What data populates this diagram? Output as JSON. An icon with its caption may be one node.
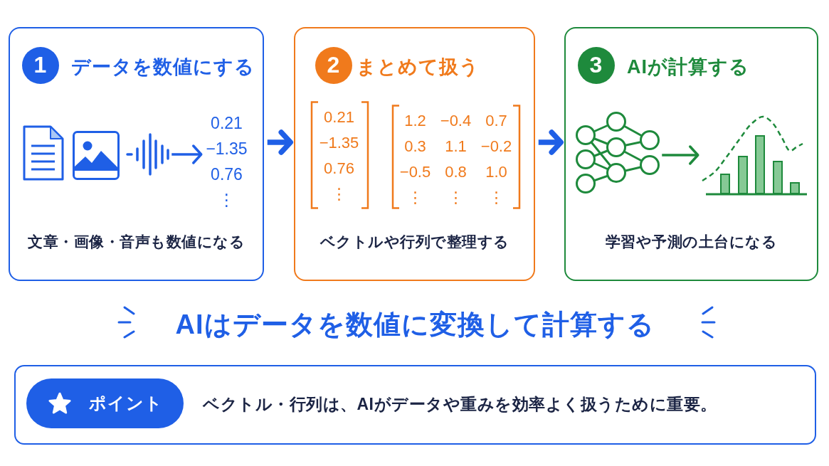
{
  "diagram": {
    "nodes": [
      {
        "text": [
          "データを数値にする",
          "文章・画像・音声も数値になる"
        ]
      },
      {
        "text": [
          "1"
        ],
        "in": 0
      },
      {
        "text": [],
        "shape": "picture",
        "in": 0
      },
      {
        "text": [
          "0.21",
          "−1.35",
          "0.76",
          "⋮"
        ],
        "in": 0
      },
      {
        "text": [
          "まとめて扱う",
          "ベクトルや行列で整理する"
        ]
      },
      {
        "text": [
          "2"
        ],
        "in": 4
      },
      {
        "text": [
          "0.21",
          "−1.35",
          "0.76",
          "⋮"
        ],
        "in": 4
      },
      {
        "text": [
          "1.2",
          "−0.4",
          "0.7",
          "0.3",
          "1.1",
          "−0.2",
          "−0.5",
          "0.8",
          "1.0",
          "⋮",
          "⋮",
          "⋮"
        ],
        "in": 4
      },
      {
        "text": [
          "AIが計算する",
          "学習や予測の土台になる"
        ]
      },
      {
        "text": [
          "3"
        ],
        "in": 8
      },
      {
        "text": [],
        "shape": "picture",
        "in": 8
      },
      {
        "text": [],
        "shape": "picture",
        "in": 8
      },
      {
        "text": [
          "ベクトル・行列は、AIがデータや重みを効率よく扱うために重要。"
        ]
      },
      {
        "text": [
          "ポイント"
        ],
        "in": 12
      }
    ],
    "edges": [
      {
        "from": 0,
        "to": 4,
        "arrow": "to",
        "style": "thick"
      },
      {
        "from": 4,
        "to": 8,
        "arrow": "to",
        "style": "thick"
      },
      {
        "from": 2,
        "to": 3,
        "arrow": "to"
      },
      {
        "from": 10,
        "to": 11,
        "arrow": "to",
        "color": "#1e8a3c"
      }
    ],
    "labels": [
      "AIはデータを数値に変換して計算する"
    ]
  }
}
